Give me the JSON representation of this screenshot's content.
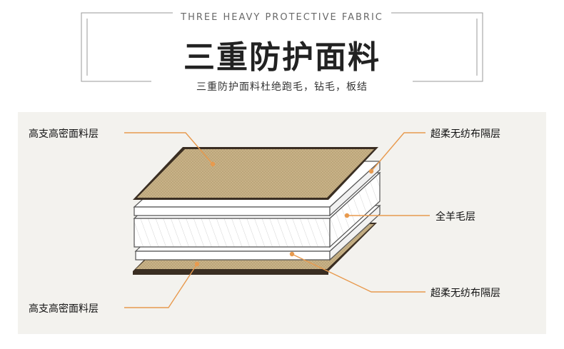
{
  "header": {
    "subtitle_en": "THREE HEAVY PROTECTIVE FABRIC",
    "title_cn": "三重防护面料",
    "tagline_cn": "三重防护面料杜绝跑毛，钻毛，板结"
  },
  "diagram": {
    "labels": {
      "top_fabric": "高支高密面料层",
      "top_nonwoven": "超柔无纺布隔层",
      "wool": "全羊毛层",
      "bottom_nonwoven": "超柔无纺布隔层",
      "bottom_fabric": "高支高密面料层"
    },
    "colors": {
      "fabric": "#c9b48a",
      "fabric_edge": "#3a2e22",
      "leader_line": "#e89a4e",
      "panel_bg": "#f3f2ee"
    }
  }
}
